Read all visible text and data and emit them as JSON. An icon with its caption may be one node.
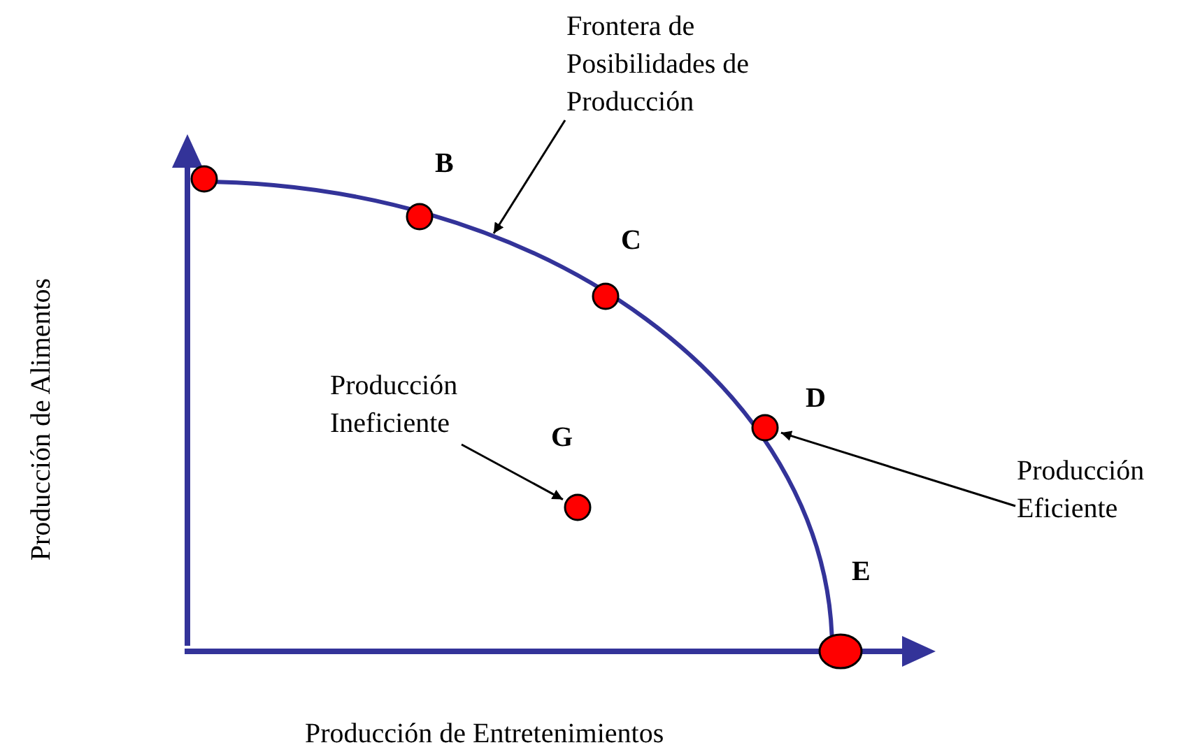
{
  "diagram": {
    "nodes": [
      {
        "text": [
          "Frontera de Posibilidades de Producción"
        ]
      },
      {
        "text": [
          "Producción Eficiente"
        ]
      },
      {
        "text": [
          "Producción Ineficiente"
        ]
      },
      {
        "text": [],
        "shape": "circle"
      },
      {
        "text": [],
        "shape": "circle",
        "beside": [
          "B"
        ]
      },
      {
        "text": [],
        "shape": "circle",
        "beside": [
          "C"
        ]
      },
      {
        "text": [],
        "shape": "circle",
        "beside": [
          "D"
        ]
      },
      {
        "text": [],
        "shape": "circle",
        "beside": [
          "E"
        ]
      },
      {
        "text": [],
        "shape": "circle",
        "beside": [
          "G"
        ]
      }
    ],
    "edges": [
      {
        "from": 0,
        "to": null,
        "arrow": "to"
      },
      {
        "from": 1,
        "to": 6,
        "arrow": "to"
      },
      {
        "from": 2,
        "to": 8,
        "arrow": "to"
      }
    ],
    "labels": [
      "Producción de Alimentos",
      "Producción de Entretenimientos"
    ]
  }
}
